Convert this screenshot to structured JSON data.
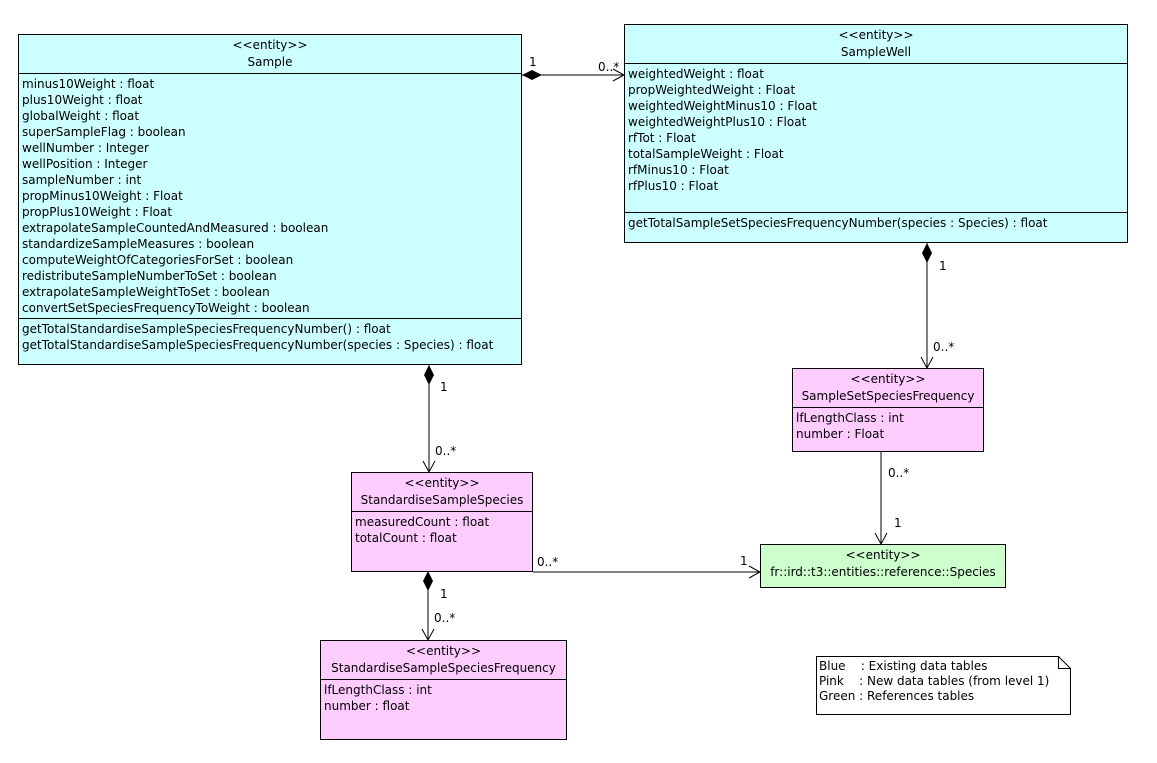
{
  "stereotype": "<<entity>>",
  "classes": {
    "sample": {
      "name": "Sample",
      "attributes": [
        "minus10Weight : float",
        "plus10Weight : float",
        "globalWeight : float",
        "superSampleFlag : boolean",
        "wellNumber : Integer",
        "wellPosition : Integer",
        "sampleNumber : int",
        "propMinus10Weight : Float",
        "propPlus10Weight : Float",
        "extrapolateSampleCountedAndMeasured : boolean",
        "standardizeSampleMeasures : boolean",
        "computeWeightOfCategoriesForSet : boolean",
        "redistributeSampleNumberToSet : boolean",
        "extrapolateSampleWeightToSet : boolean",
        "convertSetSpeciesFrequencyToWeight : boolean"
      ],
      "operations": [
        "getTotalStandardiseSampleSpeciesFrequencyNumber() : float",
        "getTotalStandardiseSampleSpeciesFrequencyNumber(species : Species) : float"
      ]
    },
    "sample_well": {
      "name": "SampleWell",
      "attributes": [
        "weightedWeight : float",
        "propWeightedWeight : Float",
        "weightedWeightMinus10 : Float",
        "weightedWeightPlus10 : Float",
        "rfTot : Float",
        "totalSampleWeight : Float",
        "rfMinus10 : Float",
        "rfPlus10 : Float"
      ],
      "operations": [
        "getTotalSampleSetSpeciesFrequencyNumber(species : Species) : float"
      ]
    },
    "sample_set_species_frequency": {
      "name": "SampleSetSpeciesFrequency",
      "attributes": [
        "lfLengthClass : int",
        "number : Float"
      ]
    },
    "standardise_sample_species": {
      "name": "StandardiseSampleSpecies",
      "attributes": [
        "measuredCount : float",
        "totalCount : float"
      ]
    },
    "standardise_sample_species_frequency": {
      "name": "StandardiseSampleSpeciesFrequency",
      "attributes": [
        "lfLengthClass : int",
        "number : float"
      ]
    },
    "species": {
      "name": "fr::ird::t3::entities::reference::Species"
    }
  },
  "multiplicities": {
    "sample_to_well_src": "1",
    "sample_to_well_dst": "0..*",
    "well_to_ssf_src": "1",
    "well_to_ssf_dst": "0..*",
    "sample_to_sss_src": "1",
    "sample_to_sss_dst": "0..*",
    "ssf_to_species_src": "0..*",
    "ssf_to_species_dst": "1",
    "sss_to_species_src": "0..*",
    "sss_to_species_dst": "1",
    "sss_to_sssf_src": "1",
    "sss_to_sssf_dst": "0..*"
  },
  "legend": {
    "lines": [
      "Blue    : Existing data tables",
      "Pink    : New data tables (from level 1)",
      "Green : References tables"
    ]
  },
  "colors": {
    "blue": "#ccffff",
    "pink": "#ffccff",
    "green": "#ccffcc"
  }
}
